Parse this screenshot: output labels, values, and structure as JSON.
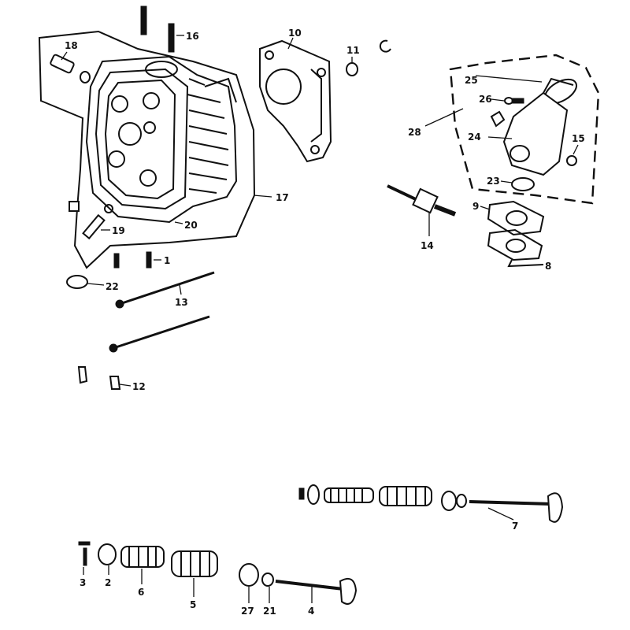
{
  "callouts": [
    {
      "id": "c18a",
      "text": "18"
    },
    {
      "id": "c16",
      "text": "16"
    },
    {
      "id": "c10",
      "text": "10"
    },
    {
      "id": "c11",
      "text": "11"
    },
    {
      "id": "c17",
      "text": "17"
    },
    {
      "id": "c19",
      "text": "19"
    },
    {
      "id": "c20",
      "text": "20"
    },
    {
      "id": "c1",
      "text": "1"
    },
    {
      "id": "c22",
      "text": "22"
    },
    {
      "id": "c13",
      "text": "13"
    },
    {
      "id": "c12",
      "text": "12"
    },
    {
      "id": "c25",
      "text": "25"
    },
    {
      "id": "c26",
      "text": "26"
    },
    {
      "id": "c28",
      "text": "28"
    },
    {
      "id": "c24",
      "text": "24"
    },
    {
      "id": "c15",
      "text": "15"
    },
    {
      "id": "c23",
      "text": "23"
    },
    {
      "id": "c9",
      "text": "9"
    },
    {
      "id": "c8",
      "text": "8"
    },
    {
      "id": "c14",
      "text": "14"
    },
    {
      "id": "c7",
      "text": "7"
    },
    {
      "id": "c3",
      "text": "3"
    },
    {
      "id": "c2",
      "text": "2"
    },
    {
      "id": "c6",
      "text": "6"
    },
    {
      "id": "c5",
      "text": "5"
    },
    {
      "id": "c27",
      "text": "27"
    },
    {
      "id": "c21",
      "text": "21"
    },
    {
      "id": "c4",
      "text": "4"
    }
  ]
}
